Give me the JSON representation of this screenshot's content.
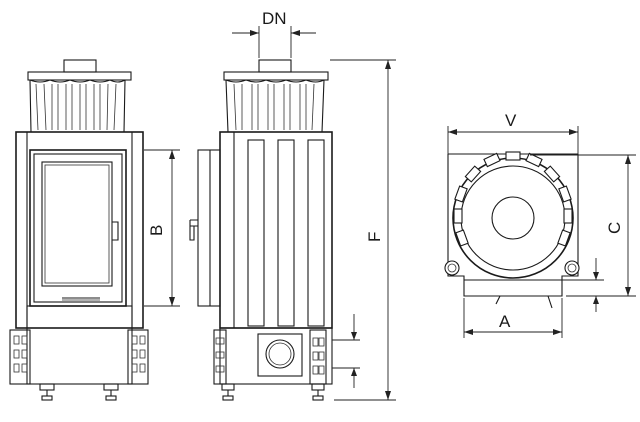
{
  "labels": {
    "dn": "DN",
    "b": "B",
    "f": "F",
    "v": "V",
    "c": "C",
    "a": "A"
  },
  "colors": {
    "line": "#1a1a1a",
    "background": "#ffffff"
  }
}
